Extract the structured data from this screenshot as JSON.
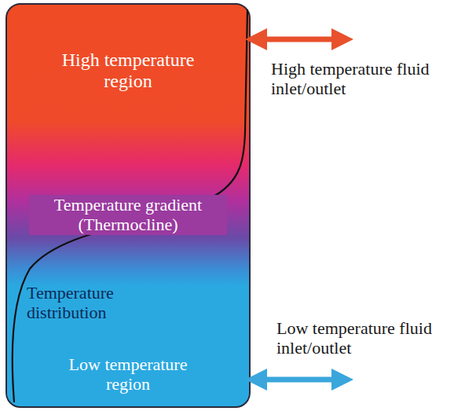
{
  "diagram": {
    "nodes": [
      {
        "text": [
          "High temperature region",
          "Temperature gradient (Thermocline)",
          "Temperature distribution",
          "Low temperature region"
        ]
      }
    ],
    "edges": [],
    "labels": [
      "High temperature fluid inlet/outlet",
      "Low temperature fluid inlet/outlet"
    ]
  }
}
